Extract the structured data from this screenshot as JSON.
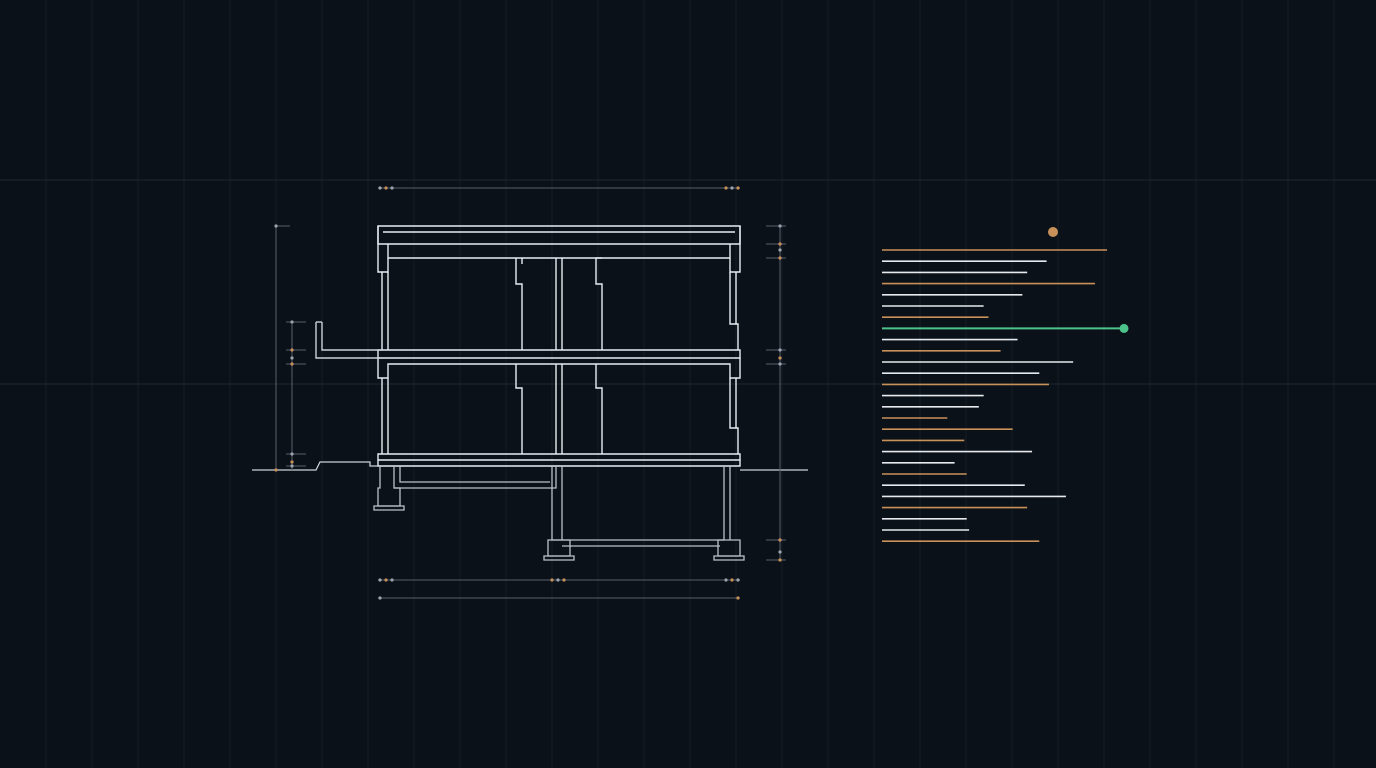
{
  "theme": {
    "background": "#0b1118",
    "grid_minor": "#141d26",
    "grid_major": "#1c2833",
    "drawing_line": "#e8edf2",
    "drawing_line_dim": "#9aa5b0",
    "dimension_line": "#56616c",
    "accent_orange": "#c8915a",
    "accent_green": "#4cc38a",
    "spec_line_white": "#e6eaee"
  },
  "drawing": {
    "kind": "building-section",
    "storeys": 2,
    "has_basement": true,
    "has_side_canopy": true
  },
  "spec_panel": {
    "marker_color": "#c8915a",
    "highlight_color": "#4cc38a",
    "line_count": 27,
    "line_lengths": [
      0.93,
      0.68,
      0.6,
      0.88,
      0.58,
      0.42,
      0.44,
      1.0,
      0.56,
      0.49,
      0.79,
      0.65,
      0.69,
      0.42,
      0.4,
      0.27,
      0.54,
      0.34,
      0.62,
      0.3,
      0.35,
      0.59,
      0.76,
      0.6,
      0.35,
      0.36,
      0.65
    ],
    "line_colors": [
      "orange",
      "white",
      "white",
      "orange",
      "white",
      "white",
      "orange",
      "green",
      "white",
      "orange",
      "white",
      "white",
      "orange",
      "white",
      "white",
      "orange",
      "orange",
      "orange",
      "white",
      "white",
      "orange",
      "white",
      "white",
      "orange",
      "white",
      "white",
      "orange"
    ]
  }
}
